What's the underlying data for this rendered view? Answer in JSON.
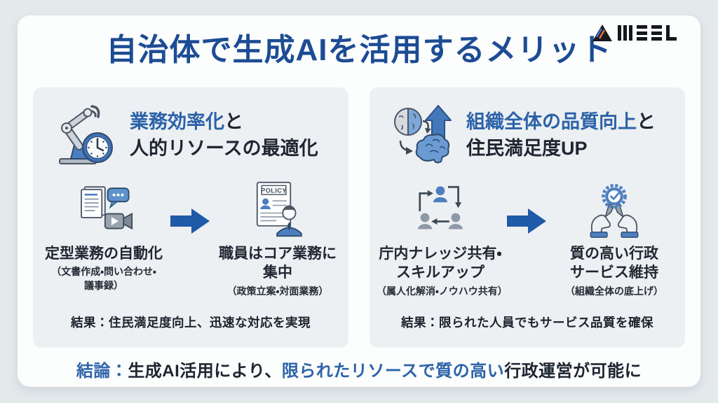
{
  "logo": {
    "text": "MEEL"
  },
  "title": "自治体で生成AIを活用するメリット",
  "panels": [
    {
      "heading_accent": "業務効率化",
      "heading_suffix": "と",
      "heading_line2": "人的リソースの最適化",
      "items": [
        {
          "label": "定型業務の自動化",
          "sub": "（文書作成・問い合わせ・\n議事録）"
        },
        {
          "label": "職員はコア業務に\n集中",
          "sub": "（政策立案・対面業務）"
        }
      ],
      "result": "結果：住民満足度向上、迅速な対応を実現"
    },
    {
      "heading_accent": "組織全体の品質向上",
      "heading_suffix": "と",
      "heading_line2": "住民満足度UP",
      "items": [
        {
          "label": "庁内ナレッジ共有・\nスキルアップ",
          "sub": "（属人化解消・ノウハウ共有）"
        },
        {
          "label": "質の高い行政\nサービス維持",
          "sub": "（組織全体の底上げ）"
        }
      ],
      "result": "結果：限られた人員でもサービス品質を確保"
    }
  ],
  "conclusion": {
    "segments": [
      {
        "text": "結論：",
        "accent": true
      },
      {
        "text": "生成AI活用により、",
        "accent": false
      },
      {
        "text": "限られたリソースで質の高い",
        "accent": true
      },
      {
        "text": "行政運営が可能に",
        "accent": false
      }
    ]
  },
  "colors": {
    "title_blue": "#1c4c94",
    "accent_blue": "#2b62a8",
    "arrow_blue": "#1f5aa8",
    "panel_bg": "#edf0f2",
    "dark_text": "#1f2631",
    "outer_bg": "#e4e9ec"
  }
}
